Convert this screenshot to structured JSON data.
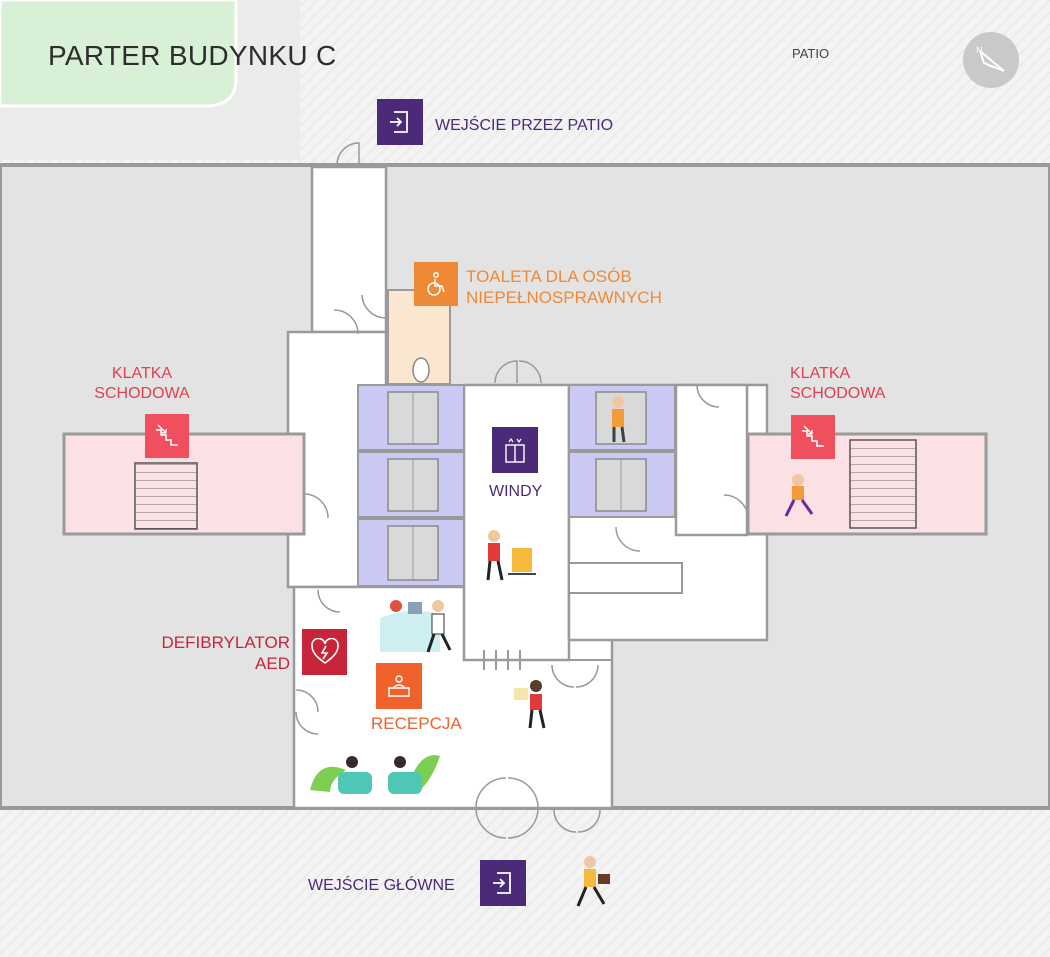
{
  "title": "PARTER BUDYNKU C",
  "patio_label": "PATIO",
  "entrance_patio": {
    "label": "WEJŚCIE PRZEZ PATIO",
    "icon": "entrance-icon"
  },
  "toilet": {
    "line1": "TOALETA DLA OSÓB",
    "line2": "NIEPEŁNOSPRAWNYCH",
    "icon": "wheelchair-icon"
  },
  "stairs_left": {
    "line1": "KLATKA",
    "line2": "SCHODOWA",
    "icon": "stairs-icon"
  },
  "stairs_right": {
    "line1": "KLATKA",
    "line2": "SCHODOWA",
    "icon": "stairs-icon"
  },
  "elevators": {
    "label": "WINDY",
    "icon": "elevator-icon"
  },
  "aed": {
    "line1": "DEFIBRYLATOR",
    "line2": "AED",
    "icon": "heart-defibrillator-icon"
  },
  "reception": {
    "label": "RECEPCJA",
    "icon": "reception-desk-icon"
  },
  "entrance_main": {
    "label": "WEJŚCIE GŁÓWNE",
    "icon": "entrance-icon"
  },
  "compass": {
    "icon": "north-arrow-icon"
  },
  "colors": {
    "purple": "#4b2a78",
    "orange": "#ee8a36",
    "stairs_red": "#f0505e",
    "aed_red": "#c8253a",
    "reception_orange": "#f0622c",
    "elevator_blue": "#c9c9f3",
    "stairs_pink": "#fbe1e4",
    "toilet_peach": "#fbe7cf",
    "garden_green": "#d8f0d6"
  }
}
